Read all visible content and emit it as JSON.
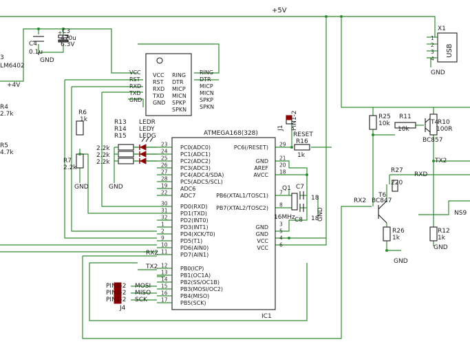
{
  "power": {
    "vcc5": "+5V",
    "v4": "+4V",
    "gnd": "GND"
  },
  "left_partial": {
    "ref_3": "3",
    "lm": "LM6402",
    "r4": "R4",
    "r4v": "2.7k",
    "r5": "R5",
    "r5v": "4.7k"
  },
  "caps_top": {
    "c4": "C4",
    "c4v": "0.1u",
    "c3": "C3",
    "c3v": "470u",
    "c3volt": "6.3V",
    "plus": "+"
  },
  "usb_chip": {
    "left_pins": [
      "VCC",
      "RST",
      "RXD",
      "TXD",
      "GND"
    ],
    "inner_left": [
      "VCC",
      "RST",
      "RXD",
      "TXD",
      "GND"
    ],
    "inner_right": [
      "RING",
      "DTR",
      "MICP",
      "MICN",
      "SPKP",
      "SPKN"
    ],
    "right_pins": [
      "RING",
      "DTR",
      "MICP",
      "MICN",
      "SPKP",
      "SPKN"
    ]
  },
  "connector_x1": {
    "ref": "X1",
    "pins": [
      "1",
      "2",
      "3",
      "4"
    ],
    "label": "USB",
    "gnd": "GND"
  },
  "led_section": {
    "r6": "R6",
    "r6v": "1k",
    "r7": "R7",
    "r7v": "2.2k",
    "rnames": [
      "R13",
      "R14",
      "R15"
    ],
    "lednames": [
      "LEDR",
      "LEDY",
      "LEDG"
    ],
    "rvals": [
      "2.2k",
      "2.2k",
      "2.2k"
    ]
  },
  "mcu": {
    "title": "ATMEGA168(328)",
    "ref": "IC1",
    "left_pins": [
      {
        "num": "23",
        "name": "PC0(ADC0)"
      },
      {
        "num": "24",
        "name": "PC1(ADC1)"
      },
      {
        "num": "25",
        "name": "PC2(ADC2)"
      },
      {
        "num": "26",
        "name": "PC3(ADC3)"
      },
      {
        "num": "27",
        "name": "PC4(ADC4/SDA)"
      },
      {
        "num": "28",
        "name": "PC5(ADC5/SCL)"
      },
      {
        "num": "19",
        "name": "ADC6"
      },
      {
        "num": "22",
        "name": "ADC7"
      },
      {
        "num": "30",
        "name": "PD0(RXD)"
      },
      {
        "num": "31",
        "name": "PD1(TXD)"
      },
      {
        "num": "32",
        "name": "PD2(INT0)"
      },
      {
        "num": "1",
        "name": "PD3(INT1)"
      },
      {
        "num": "2",
        "name": "PD4(XCK/T0)"
      },
      {
        "num": "9",
        "name": "PD5(T1)"
      },
      {
        "num": "10",
        "name": "PD6(AIN0)"
      },
      {
        "num": "11",
        "name": "PD7(AIN1)"
      },
      {
        "num": "12",
        "name": "PB0(ICP)"
      },
      {
        "num": "13",
        "name": "PB1(OC1A)"
      },
      {
        "num": "14",
        "name": "PB2(SS/OC1B)"
      },
      {
        "num": "15",
        "name": "PB3(MOSI/OC2)"
      },
      {
        "num": "16",
        "name": "PB4(MISO)"
      },
      {
        "num": "17",
        "name": "PB5(SCK)"
      }
    ],
    "right_pins": [
      {
        "num": "29",
        "name": "PC6(/RESET)"
      },
      {
        "num": "21",
        "name": "GND"
      },
      {
        "num": "20",
        "name": "AREF"
      },
      {
        "num": "18",
        "name": "AVCC"
      },
      {
        "num": "7",
        "name": "PB6(XTAL1/TOSC1)"
      },
      {
        "num": "8",
        "name": "PB7(XTAL2/TOSC2)"
      },
      {
        "num": "3",
        "name": "GND"
      },
      {
        "num": "5",
        "name": "GND"
      },
      {
        "num": "4",
        "name": "VCC"
      },
      {
        "num": "6",
        "name": "VCC"
      }
    ]
  },
  "reset": {
    "j1": "J1",
    "pin12": "PIN1-2",
    "label": "RESET",
    "r16": "R16",
    "r16v": "1k"
  },
  "crystal": {
    "q1": "Q1",
    "freq": "16MHz",
    "c7": "C7",
    "c8": "C8",
    "c7v": "18",
    "c8v": "18"
  },
  "isp": {
    "pins": [
      "PIN1-2",
      "PIN1-2",
      "PIN1-2"
    ],
    "signals": [
      "MOSI",
      "MISO",
      "SCK"
    ],
    "j4": "J4"
  },
  "nets": {
    "rx2": "RX2",
    "tx2": "TX2",
    "rxd": "RXD",
    "ns9": "NS9"
  },
  "right_circuit": {
    "r25": "R25",
    "r25v": "10k",
    "r11": "R11",
    "r11v": "10k",
    "t4": "T4",
    "bc857": "BC857",
    "r10": "R10",
    "r10v": "100R",
    "r27": "R27",
    "r27v": "220",
    "t6": "T6",
    "bc847": "BC847",
    "r26": "R26",
    "r26v": "1k",
    "r12": "R12",
    "r12v": "1k"
  }
}
